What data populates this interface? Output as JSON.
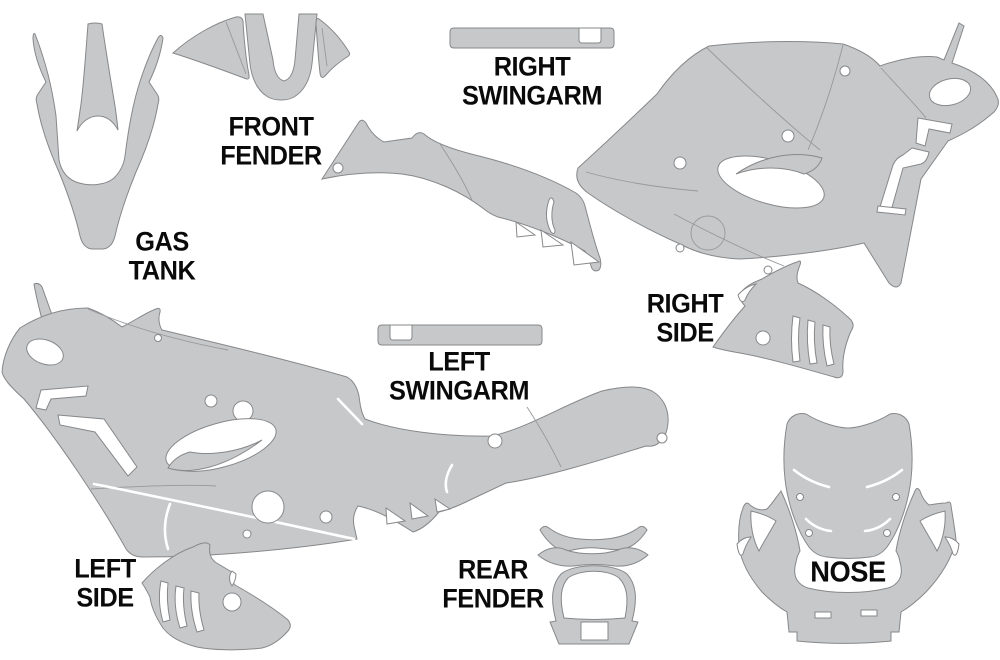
{
  "diagram": {
    "type": "motorcycle-graphics-template",
    "background": "#ffffff",
    "piece_fill": "#c7c8ca",
    "piece_outline": "#87888a",
    "label_color": "#0a0a0a"
  },
  "parts": {
    "gas_tank": {
      "label": "GAS\nTANK"
    },
    "front_fender": {
      "label": "FRONT\nFENDER"
    },
    "right_swingarm": {
      "label": "RIGHT\nSWINGARM"
    },
    "right_side": {
      "label": "RIGHT\nSIDE"
    },
    "left_swingarm": {
      "label": "LEFT\nSWINGARM"
    },
    "left_side": {
      "label": "LEFT\nSIDE"
    },
    "rear_fender": {
      "label": "REAR\nFENDER"
    },
    "nose": {
      "label": "NOSE"
    }
  }
}
